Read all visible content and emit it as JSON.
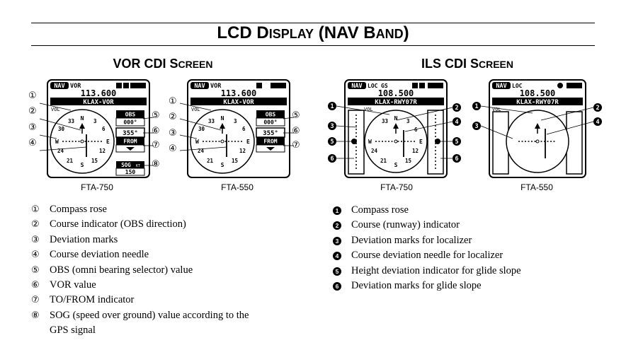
{
  "page": {
    "title_lead": "LCD D",
    "title_small1": "ISPLAY",
    "title_mid": " (NAV B",
    "title_small2": "AND",
    "title_end": ")"
  },
  "vor": {
    "heading_lead": "VOR CDI S",
    "heading_small": "CREEN",
    "screens": [
      {
        "model": "FTA-750",
        "mode": "NAV",
        "mode2": "VOR",
        "freq": "113.600",
        "station": "KLAX-VOR",
        "obs_label": "OBS",
        "obs_value": "000°",
        "vor_value": "355°",
        "tofrom": "FROM",
        "sog_label": "SOG",
        "sog_unit": "KT",
        "sog_value": "150",
        "vol": "VOL"
      },
      {
        "model": "FTA-550",
        "mode": "NAV",
        "mode2": "VOR",
        "freq": "113.600",
        "station": "KLAX-VOR",
        "obs_label": "OBS",
        "obs_value": "000°",
        "vor_value": "355°",
        "tofrom": "FROM",
        "vol": "VOL"
      }
    ],
    "callouts": [
      "①",
      "②",
      "③",
      "④",
      "⑤",
      "⑥",
      "⑦",
      "⑧"
    ],
    "legend": [
      {
        "num": "①",
        "text": "Compass rose"
      },
      {
        "num": "②",
        "text": "Course indicator (OBS direction)"
      },
      {
        "num": "③",
        "text": "Deviation marks"
      },
      {
        "num": "④",
        "text": "Course deviation needle"
      },
      {
        "num": "⑤",
        "text": "OBS (omni bearing selector) value"
      },
      {
        "num": "⑥",
        "text": "VOR value"
      },
      {
        "num": "⑦",
        "text": "TO/FROM indicator"
      },
      {
        "num": "⑧",
        "text": "SOG (speed over ground) value according to the"
      },
      {
        "num": "",
        "text": "GPS signal"
      }
    ]
  },
  "ils": {
    "heading_lead": "ILS CDI S",
    "heading_small": "CREEN",
    "screens": [
      {
        "model": "FTA-750",
        "mode": "NAV",
        "mode2": "LOC",
        "mode3": "GS",
        "freq": "108.500",
        "station": "KLAX-RWY07R",
        "vol": "VOL"
      },
      {
        "model": "FTA-550",
        "mode": "NAV",
        "mode2": "LOC",
        "freq": "108.500",
        "station": "KLAX-RWY07R",
        "vol": "VOL"
      }
    ],
    "legend": [
      {
        "num": "1",
        "text": "Compass rose"
      },
      {
        "num": "2",
        "text": "Course (runway) indicator"
      },
      {
        "num": "3",
        "text": "Deviation marks for localizer"
      },
      {
        "num": "4",
        "text": "Course deviation needle for localizer"
      },
      {
        "num": "5",
        "text": "Height deviation indicator for glide slope"
      },
      {
        "num": "6",
        "text": "Deviation marks for glide slope"
      }
    ]
  },
  "compass_labels": {
    "n": "N",
    "s": "S",
    "e": "E",
    "w": "W",
    "t33": "33",
    "t30": "30",
    "t6": "6",
    "t3": "3",
    "t24": "24",
    "t21": "21",
    "t15": "15",
    "t12": "12"
  },
  "colors": {
    "ink": "#000000",
    "screen_bg": "#ffffff",
    "gray": "#888888"
  }
}
